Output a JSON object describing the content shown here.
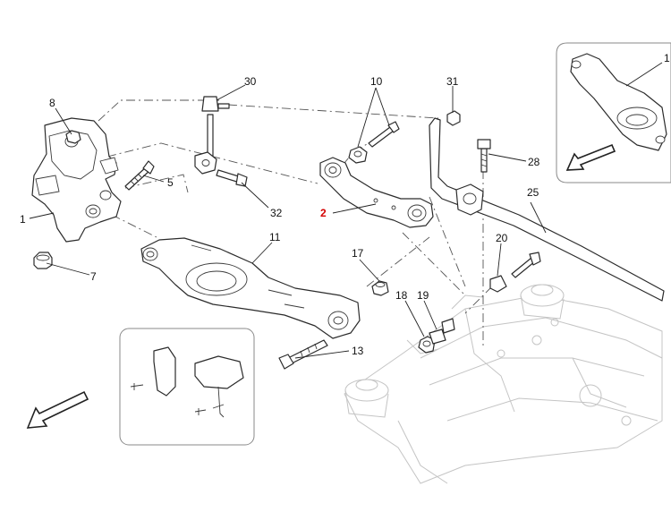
{
  "callouts": {
    "c1": "1",
    "c2": "2",
    "c5": "5",
    "c7": "7",
    "c8": "8",
    "c10": "10",
    "c11": "11",
    "c13": "13",
    "c17": "17",
    "c18": "18",
    "c19": "19",
    "c20": "20",
    "c25": "25",
    "c28": "28",
    "c30": "30",
    "c31": "31",
    "c32": "32",
    "inset_c1": "1"
  },
  "colors": {
    "line": "#2b2b2b",
    "ghost": "#c4c4c4",
    "highlight_callout": "#d40000"
  },
  "icons": [
    "direction-arrow-icon"
  ]
}
